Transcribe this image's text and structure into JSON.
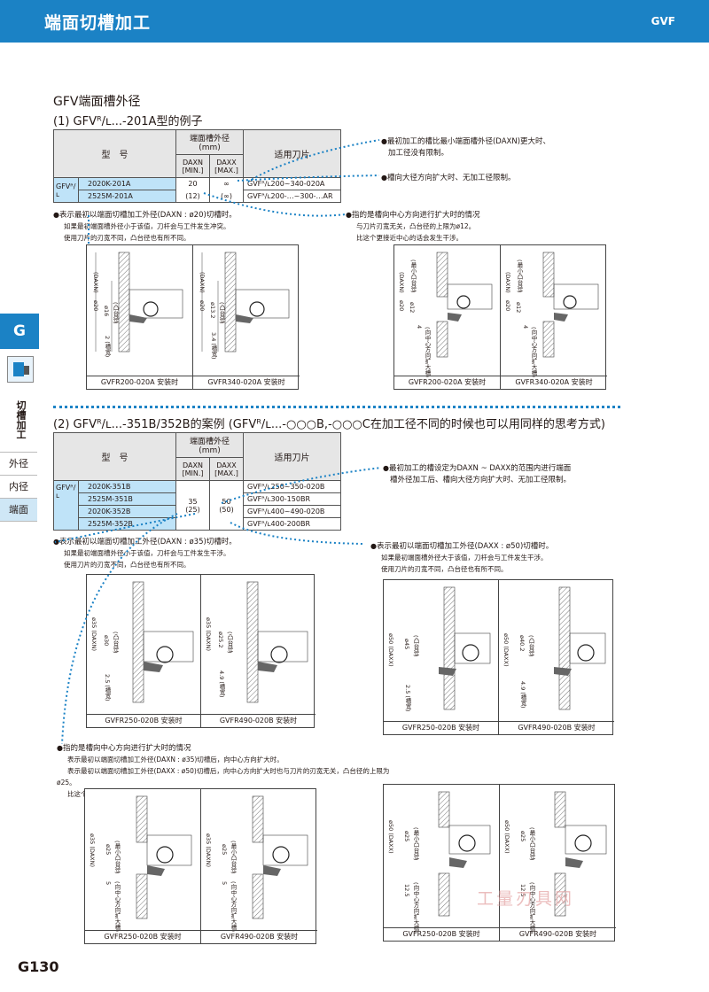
{
  "header": {
    "title": "端面切槽加工",
    "code": "GVF"
  },
  "sidebar": {
    "letter": "G",
    "vertical": "切槽加工",
    "tabs": [
      "外径",
      "内径",
      "端面"
    ]
  },
  "section": {
    "title": "GFV端面槽外径",
    "part1": {
      "title": "(1) GFVᴿ/ʟ...-201A型的例子",
      "table": {
        "col_model": "型　号",
        "col_groove": "端面槽外径",
        "col_unit": "(mm)",
        "col_daxn": "DAXN",
        "col_daxn_sub": "[MIN.]",
        "col_daxx": "DAXX",
        "col_daxx_sub": "[MAX.]",
        "col_insert": "适用刀片",
        "prefix": "GFVᴿ/ʟ",
        "models": [
          "2020K-201A",
          "2525M-201A"
        ],
        "daxn": "20",
        "daxn2": "(12)",
        "daxx": "∞",
        "daxx2": "(∞)",
        "inserts": [
          "GVFᴿ/ʟ200~340-020A",
          "GVFᴿ/ʟ200-…~300-…AR"
        ]
      },
      "callout_right1": [
        "最初加工的槽比最小端面槽外径(DAXN)更大时、",
        "加工径没有限制。"
      ],
      "callout_right2": "槽向大径方向扩大时、无加工径限制。",
      "note_left": {
        "head": "表示最初以端面切槽加工外径(DAXN : ø20)切槽时。",
        "lines": [
          "如果最初端面槽外径小于该值，刀杆会与工件发生冲突。",
          "使用刀片的刃宽不同，凸台径也有所不同。"
        ]
      },
      "note_right": {
        "head": "指的是槽向中心方向进行扩大时的情况",
        "lines": [
          "与刀片刃宽无关，凸台径的上限为ø12。",
          "比这个更接近中心的话会发生干涉。"
        ]
      },
      "captions_left": [
        "GVFR200-020A 安装时",
        "GVFR340-020A 安装时"
      ],
      "captions_right": [
        "GVFR200-020A 安装时",
        "GVFR340-020A 安装时"
      ]
    },
    "part2": {
      "title": "(2) GFVᴿ/ʟ...-351B/352B的案例 (GFVᴿ/ʟ...-○○○B,-○○○C在加工径不同的时候也可以用同样的思考方式)",
      "table": {
        "prefix": "GFVᴿ/ʟ",
        "models": [
          "2020K-351B",
          "2525M-351B",
          "2020K-352B",
          "2525M-352B"
        ],
        "daxn": "35",
        "daxn2": "(25)",
        "daxx": "50",
        "daxx2": "(50)",
        "inserts": [
          "GVFᴿ/ʟ250~350-020B",
          "GVFᴿ/ʟ300-150BR",
          "GVFᴿ/ʟ400~490-020B",
          "GVFᴿ/ʟ400-200BR"
        ]
      },
      "callout_right": [
        "最初加工的槽设定为DAXN ~ DAXX的范围内进行端面",
        "槽外径加工后、槽向大径方向扩大时、无加工径限制。"
      ],
      "note_left": {
        "head": "表示最初以端面切槽加工外径(DAXN : ø35)切槽时。",
        "lines": [
          "如果最初端面槽外径小于该值，刀杆会与工件发生干涉。",
          "使用刀片的刃宽不同，凸台径也有所不同。"
        ]
      },
      "note_right": {
        "head": "表示最初以端面切槽加工外径(DAXX : ø50)切槽时。",
        "lines": [
          "如果最初端面槽外径大于该值，刀杆会与工件发生干涉。",
          "使用刀片的刃宽不同，凸台径也有所不同。"
        ]
      },
      "note_bottom": {
        "head": "指的是槽向中心方向进行扩大时的情况",
        "lines": [
          "表示最初以端面切槽加工外径(DAXN : ø35)切槽后，向中心方向扩大时。",
          "表示最初以端面切槽加工外径(DAXX : ø50)切槽后，向中心方向扩大时也与刀片的刃宽无关，凸台径的上限为ø25。",
          "比这个更接近中心的话会发生干涉。"
        ]
      },
      "captions": [
        "GVFR250-020B 安装时",
        "GVFR490-020B 安装时"
      ]
    }
  },
  "diagram_labels": {
    "d1": [
      "ø20",
      "(DAXN)",
      "ø16",
      "(凸台径)",
      "2 (槽宽)"
    ],
    "d2": [
      "ø20",
      "(DAXN)",
      "ø13.2",
      "(凸台径)",
      "3.4 (槽宽)"
    ],
    "d3": [
      "ø20",
      "(DAXN)",
      "ø12",
      "(最小凸台径)",
      "4",
      "(向中心方向扩大槽)"
    ],
    "d4": [
      "ø20",
      "(DAXN)",
      "ø12",
      "(最小凸台径)",
      "4",
      "(向中心方向扩大槽)"
    ],
    "d5": [
      "ø35 (DAXN)",
      "ø30",
      "(凸台径)",
      "2.5 (槽宽)"
    ],
    "d6": [
      "ø35 (DAXN)",
      "ø25.2",
      "(凸台径)",
      "4.9 (槽宽)"
    ],
    "d7": [
      "ø50 (DAXX)",
      "ø45",
      "(凸台径)",
      "2.5 (槽宽)"
    ],
    "d8": [
      "ø50 (DAXX)",
      "ø40.2",
      "(凸台径)",
      "4.9 (槽宽)"
    ],
    "d9": [
      "ø35 (DAXN)",
      "ø25",
      "(最小凸台径)",
      "5",
      "(向中心方向扩大槽)"
    ],
    "d10": [
      "ø35 (DAXN)",
      "ø25",
      "(最小凸台径)",
      "5",
      "(向中心方向扩大槽)"
    ],
    "d11": [
      "ø50 (DAXX)",
      "ø25",
      "(最小凸台径)",
      "12.5",
      "(向中心方向扩大槽)"
    ],
    "d12": [
      "ø50 (DAXX)",
      "ø25",
      "(最小凸台径)",
      "12.5",
      "(向中心方向扩大槽)"
    ]
  },
  "watermark": "工量刃具网",
  "footer": {
    "page": "G130"
  },
  "colors": {
    "brand": "#1b82c5",
    "highlight": "#bfe3f8",
    "header_cell": "#e6e6e6"
  }
}
